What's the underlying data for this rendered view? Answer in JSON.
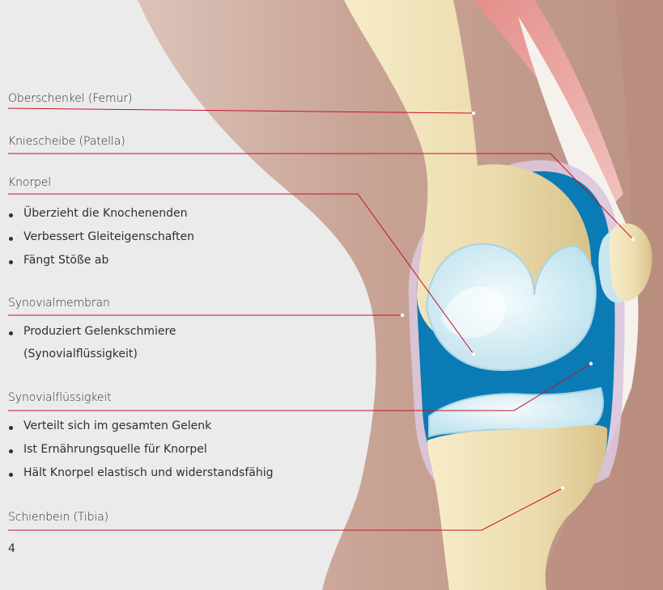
{
  "labels": {
    "femur": "Oberschenkel (Femur)",
    "patella": "Kniescheibe (Patella)",
    "cartilage": {
      "title": "Knorpel",
      "bullets": [
        "Überzieht die Knochenenden",
        "Verbessert Gleiteigenschaften",
        "Fängt Stöße ab"
      ]
    },
    "synovial_membrane": {
      "title": "Synovialmembran",
      "bullets": [
        "Produziert Gelenkschmiere",
        "(Synovialflüssigkeit)"
      ]
    },
    "synovial_fluid": {
      "title": "Synovialflüssigkeit",
      "bullets": [
        "Verteilt sich im gesamten Gelenk",
        "Ist Ernährungsquelle für Knorpel",
        "Hält Knorpel elastisch und widerstandsfähig"
      ]
    },
    "tibia": "Schienbein (Tibia)"
  },
  "page_number": "4",
  "colors": {
    "leader_line": "#c8102e",
    "background": "#ebebeb",
    "bone": "#ecdcae",
    "cartilage": "#d4ecf4",
    "synovial_fluid": "#0a7bb5",
    "membrane": "#d6c0d8",
    "skin": "#c9a89c",
    "muscle": "#e8a7a3",
    "tendon": "#f4f1ec"
  }
}
